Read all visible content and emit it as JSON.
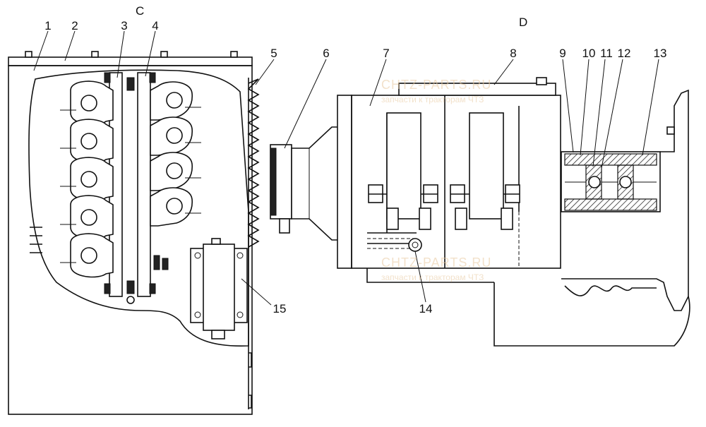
{
  "views": {
    "left": "C",
    "right": "D"
  },
  "callouts": {
    "c1": "1",
    "c2": "2",
    "c3": "3",
    "c4": "4",
    "c5": "5",
    "c6": "6",
    "c7": "7",
    "c8": "8",
    "c9": "9",
    "c10": "10",
    "c11": "11",
    "c12": "12",
    "c13": "13",
    "c14": "14",
    "c15": "15"
  },
  "watermark": {
    "main": "CHTZ-PARTS.RU",
    "sub": "запчасти к тракторам ЧТЗ"
  }
}
